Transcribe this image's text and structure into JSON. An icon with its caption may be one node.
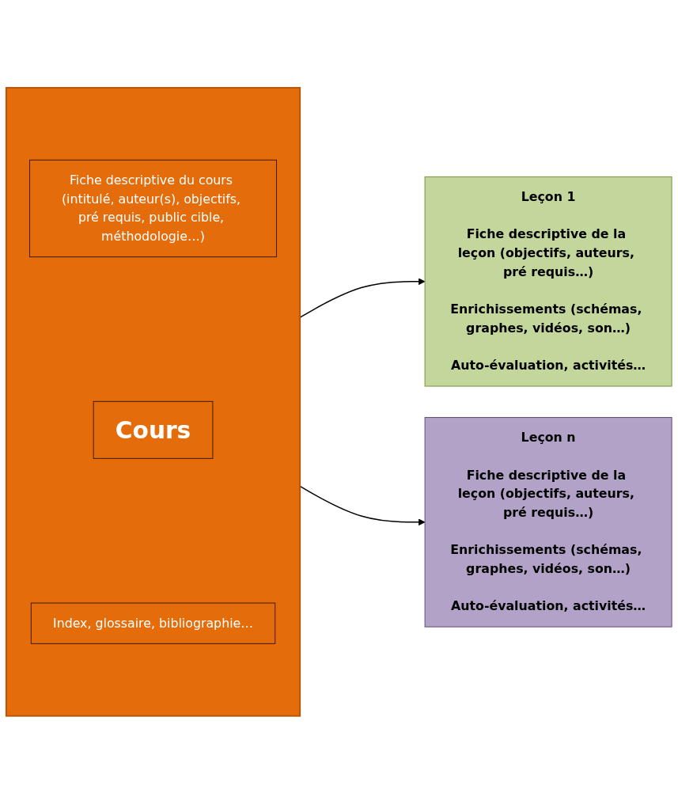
{
  "diagram": {
    "nodes": [
      {
        "text": [],
        "shape": "box"
      },
      {
        "text": [
          "Fiche descriptive du cours (intitulé, auteur(s), objectifs, pré requis, public cible, méthodologie…)"
        ],
        "in": 0
      },
      {
        "text": [
          "Cours"
        ],
        "in": 0
      },
      {
        "text": [
          "Index, glossaire, bibliographie…"
        ],
        "in": 0
      },
      {
        "text": [
          "Leçon 1",
          "Fiche descriptive de la leçon (objectifs, auteurs, pré requis…)",
          "Enrichissements (schémas, graphes, vidéos, son…)",
          "Auto-évaluation, activités…"
        ]
      },
      {
        "text": [
          "Leçon n",
          "Fiche descriptive de la leçon (objectifs, auteurs, pré requis…)",
          "Enrichissements (schémas, graphes, vidéos, son…)",
          "Auto-évaluation, activités…"
        ]
      }
    ],
    "edges": [
      {
        "from": 0,
        "to": 4,
        "arrow": "to"
      },
      {
        "from": 0,
        "to": 5,
        "arrow": "to"
      }
    ]
  }
}
